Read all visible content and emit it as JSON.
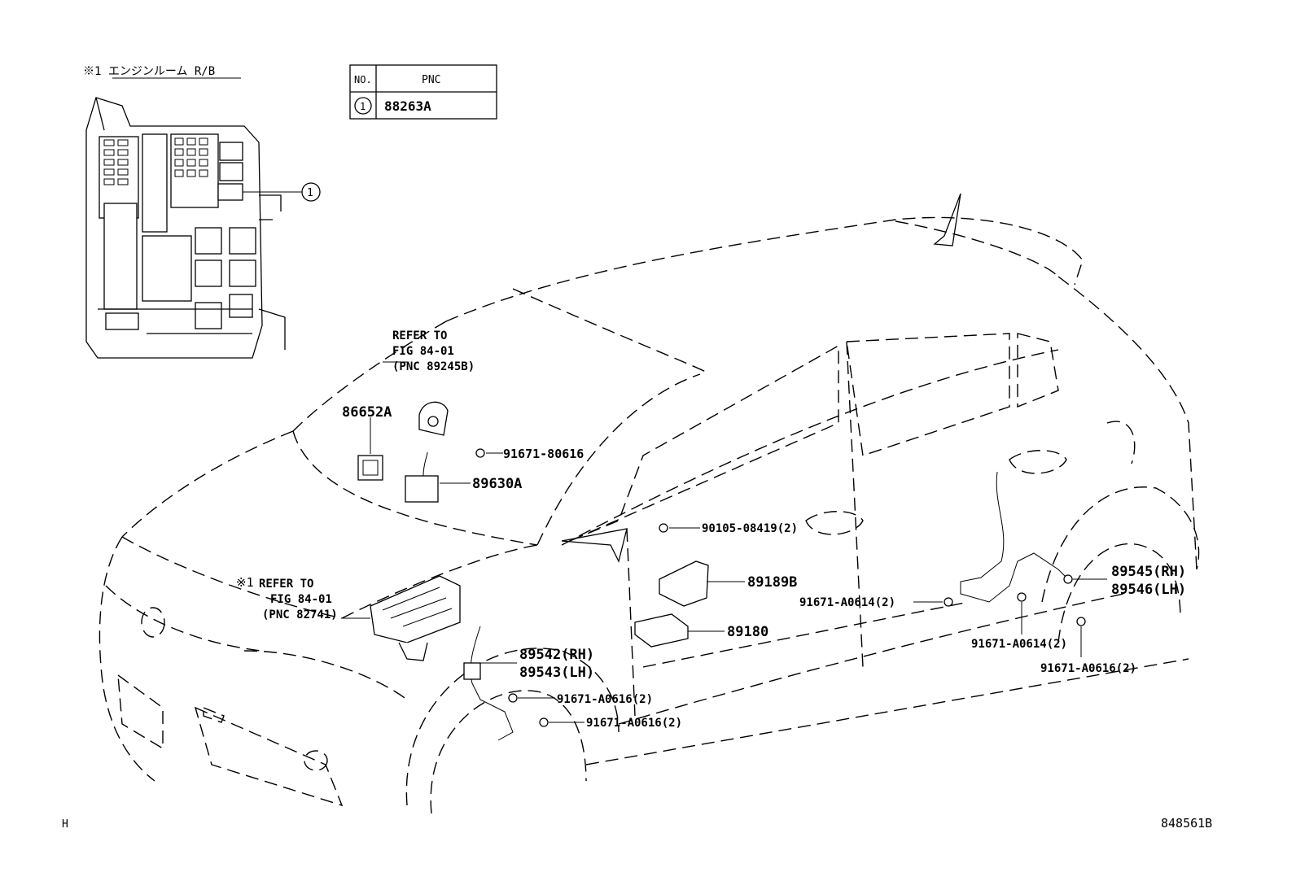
{
  "note_title": "※1 エンジンルーム R/B",
  "pnc_table": {
    "header_no": "NO.",
    "header_pnc": "PNC",
    "rows": [
      {
        "no": "1",
        "pnc": "88263A"
      }
    ]
  },
  "refer_1": {
    "l1": "REFER TO",
    "l2": "FIG 84-01",
    "l3": "(PNC 89245B)"
  },
  "refer_2": {
    "mark": "※1",
    "l1": "REFER TO",
    "l2": "FIG 84-01",
    "l3": "(PNC 82741)"
  },
  "labels": {
    "p86652A": "86652A",
    "p89630A": "89630A",
    "p91671_80616": "91671-80616",
    "p90105": "90105-08419(2)",
    "p89189B": "89189B",
    "p89180": "89180",
    "p89542": "89542(RH)",
    "p89543": "89543(LH)",
    "p91671_A0616_a": "91671-A0616(2)",
    "p91671_A0616_b": "91671-A0616(2)",
    "p91671_A0614_a": "91671-A0614(2)",
    "p91671_A0614_b": "91671-A0614(2)",
    "p91671_A0616_c": "91671-A0616(2)",
    "p89545": "89545(RH)",
    "p89546": "89546(LH)",
    "callout_1": "1"
  },
  "footer": {
    "left": "H",
    "right": "848561B"
  }
}
